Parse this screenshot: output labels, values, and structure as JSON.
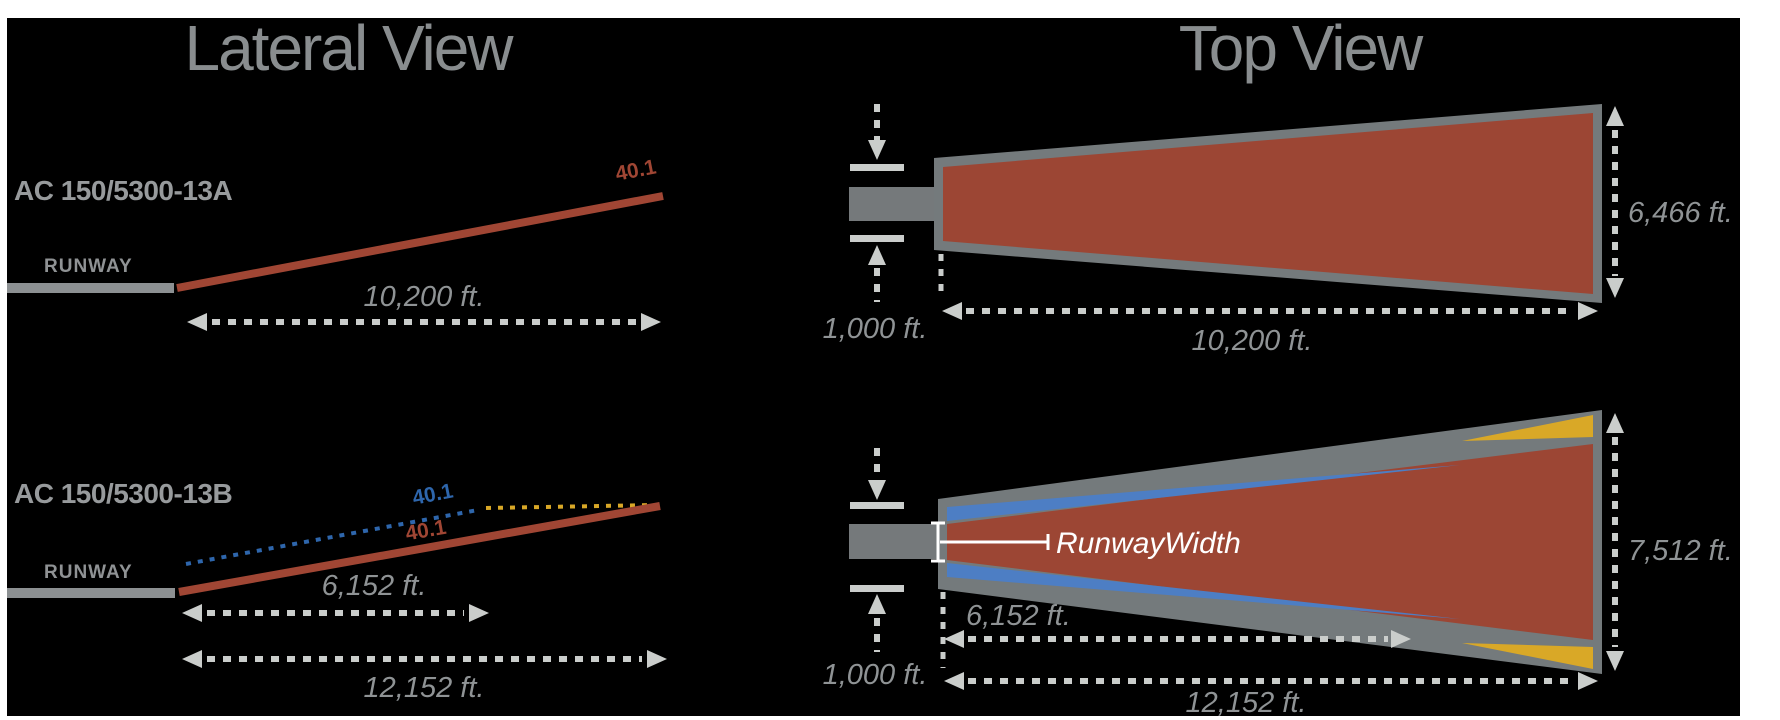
{
  "titles": {
    "lateral": "Lateral View",
    "top": "Top View"
  },
  "lateral_13a": {
    "standard_label": "AC 150/5300-13A",
    "runway_label": "RUNWAY",
    "slope_label": "40.1",
    "length_label": "10,200 ft."
  },
  "lateral_13b": {
    "standard_label": "AC 150/5300-13B",
    "runway_label": "RUNWAY",
    "slope_label_upper": "40.1",
    "slope_label_lower": "40.1",
    "inner_length_label": "6,152 ft.",
    "total_length_label": "12,152 ft."
  },
  "top_13a": {
    "inner_width_label": "1,000 ft.",
    "outer_width_label": "6,466 ft.",
    "length_label": "10,200 ft."
  },
  "top_13b": {
    "inner_width_label": "1,000 ft.",
    "outer_width_label": "7,512 ft.",
    "inner_length_label": "6,152 ft.",
    "total_length_label": "12,152 ft.",
    "runway_width_label": "RunwayWidth"
  },
  "colors": {
    "background": "#000000",
    "page_margin": "#ffffff",
    "title_gray": "#898D8F",
    "heading_gray": "#979A9C",
    "runway_text_gray": "#8F9294",
    "runway_bar_gray": "#8C9092",
    "dim_text_gray": "#8F9395",
    "dim_line_gray": "#CACDCB",
    "surface_border_gray": "#747A7C",
    "runway_stub_gray": "#75797B",
    "approach_red": "#9C4634",
    "slope_line_red": "#A04634",
    "band_blue": "#4D7EC4",
    "dotted_blue": "#2E66AC",
    "band_yellow": "#D9A827",
    "white": "#FFFFFF"
  }
}
